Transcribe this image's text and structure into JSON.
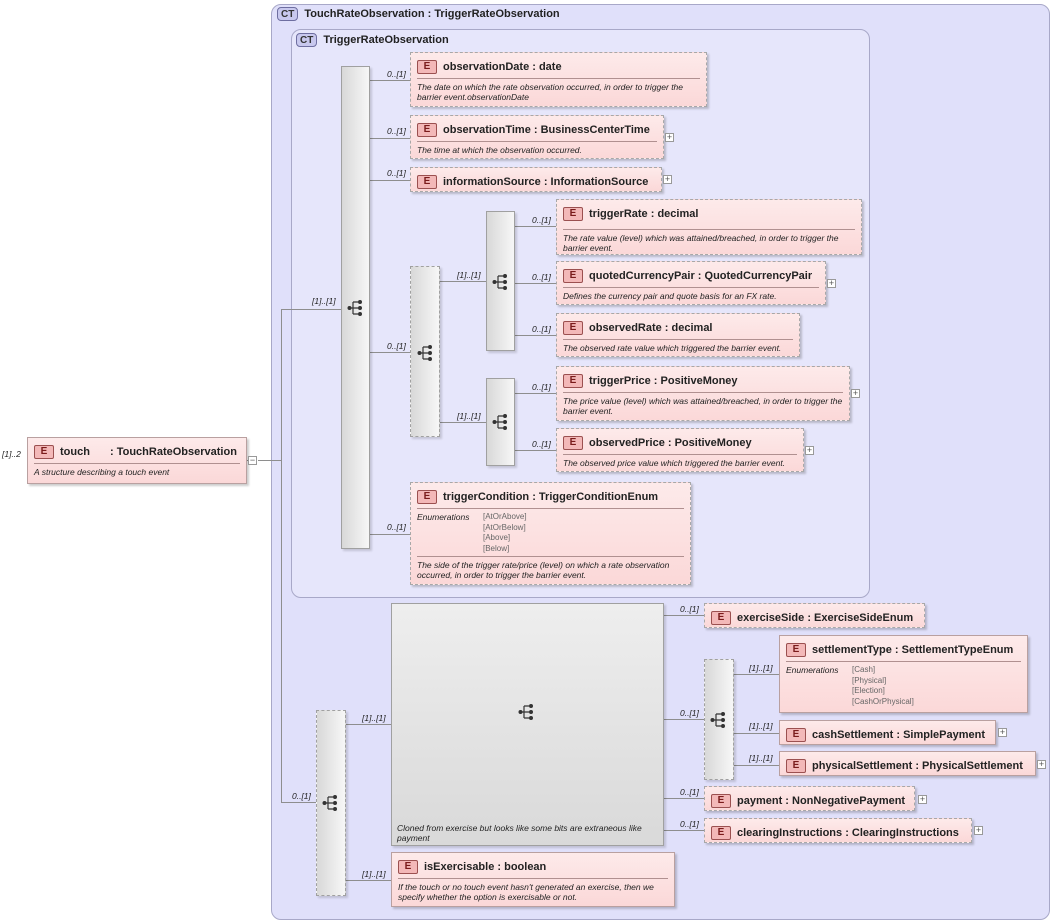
{
  "outer_ct": {
    "badge": "CT",
    "name": "TouchRateObservation : TriggerRateObservation"
  },
  "inner_ct": {
    "badge": "CT",
    "name": "TriggerRateObservation"
  },
  "root": {
    "card": "[1]..2",
    "badge": "E",
    "name": "touch",
    "type": ": TouchRateObservation",
    "doc": "A structure describing a touch event"
  },
  "cards": {
    "inner_seq": "[1]..[1]",
    "observationDate": "0..[1]",
    "observationTime": "0..[1]",
    "informationSource": "0..[1]",
    "choice1": "0..[1]",
    "seqA": "[1]..[1]",
    "triggerRate": "0..[1]",
    "quotedCurrencyPair": "0..[1]",
    "observedRate": "0..[1]",
    "seqB": "[1]..[1]",
    "triggerPrice": "0..[1]",
    "observedPrice": "0..[1]",
    "triggerCondition": "0..[1]",
    "bottom_choice": "0..[1]",
    "big_seq": "[1]..[1]",
    "isExercisable": "[1]..[1]",
    "exerciseSide": "0..[1]",
    "settle_choice": "0..[1]",
    "settlementType": "[1]..[1]",
    "cashSettlement": "[1]..[1]",
    "physicalSettlement": "[1]..[1]",
    "payment": "0..[1]",
    "clearingInstructions": "0..[1]"
  },
  "elements": {
    "observationDate": {
      "badge": "E",
      "name": "observationDate : date",
      "doc": "The date on which the rate observation occurred, in order to trigger the barrier event.observationDate"
    },
    "observationTime": {
      "badge": "E",
      "name": "observationTime : BusinessCenterTime",
      "doc": "The time at which the observation occurred."
    },
    "informationSource": {
      "badge": "E",
      "name": "informationSource : InformationSource"
    },
    "triggerRate": {
      "badge": "E",
      "name": "triggerRate : decimal",
      "doc": "The rate value (level) which was attained/breached, in order to trigger the barrier event."
    },
    "quotedCurrencyPair": {
      "badge": "E",
      "name": "quotedCurrencyPair : QuotedCurrencyPair",
      "doc": "Defines the currency pair and quote basis for an FX rate."
    },
    "observedRate": {
      "badge": "E",
      "name": "observedRate : decimal",
      "doc": "The observed rate value which triggered the barrier event."
    },
    "triggerPrice": {
      "badge": "E",
      "name": "triggerPrice : PositiveMoney",
      "doc": "The price value (level) which was attained/breached, in order to trigger the barrier event."
    },
    "observedPrice": {
      "badge": "E",
      "name": "observedPrice : PositiveMoney",
      "doc": "The observed price value which triggered the barrier event."
    },
    "triggerCondition": {
      "badge": "E",
      "name": "triggerCondition : TriggerConditionEnum",
      "enum_label": "Enumerations",
      "enum_values": [
        "[AtOrAbove]",
        "[AtOrBelow]",
        "[Above]",
        "[Below]"
      ],
      "doc": "The side of the trigger rate/price (level) on which a rate observation occurred, in order to trigger the barrier event."
    },
    "exerciseSide": {
      "badge": "E",
      "name": "exerciseSide : ExerciseSideEnum"
    },
    "settlementType": {
      "badge": "E",
      "name": "settlementType : SettlementTypeEnum",
      "enum_label": "Enumerations",
      "enum_values": [
        "[Cash]",
        "[Physical]",
        "[Election]",
        "[CashOrPhysical]"
      ]
    },
    "cashSettlement": {
      "badge": "E",
      "name": "cashSettlement : SimplePayment"
    },
    "physicalSettlement": {
      "badge": "E",
      "name": "physicalSettlement : PhysicalSettlement"
    },
    "payment": {
      "badge": "E",
      "name": "payment : NonNegativePayment"
    },
    "clearingInstructions": {
      "badge": "E",
      "name": "clearingInstructions : ClearingInstructions"
    },
    "isExercisable": {
      "badge": "E",
      "name": "isExercisable : boolean",
      "doc": "If the touch or no touch event hasn't generated an exercise, then we specify whether the option is exercisable or not."
    }
  },
  "big_seq_doc": "Cloned from exercise but looks like some bits are extraneous like payment",
  "expand_symbol": "+",
  "collapse_symbol": "−"
}
